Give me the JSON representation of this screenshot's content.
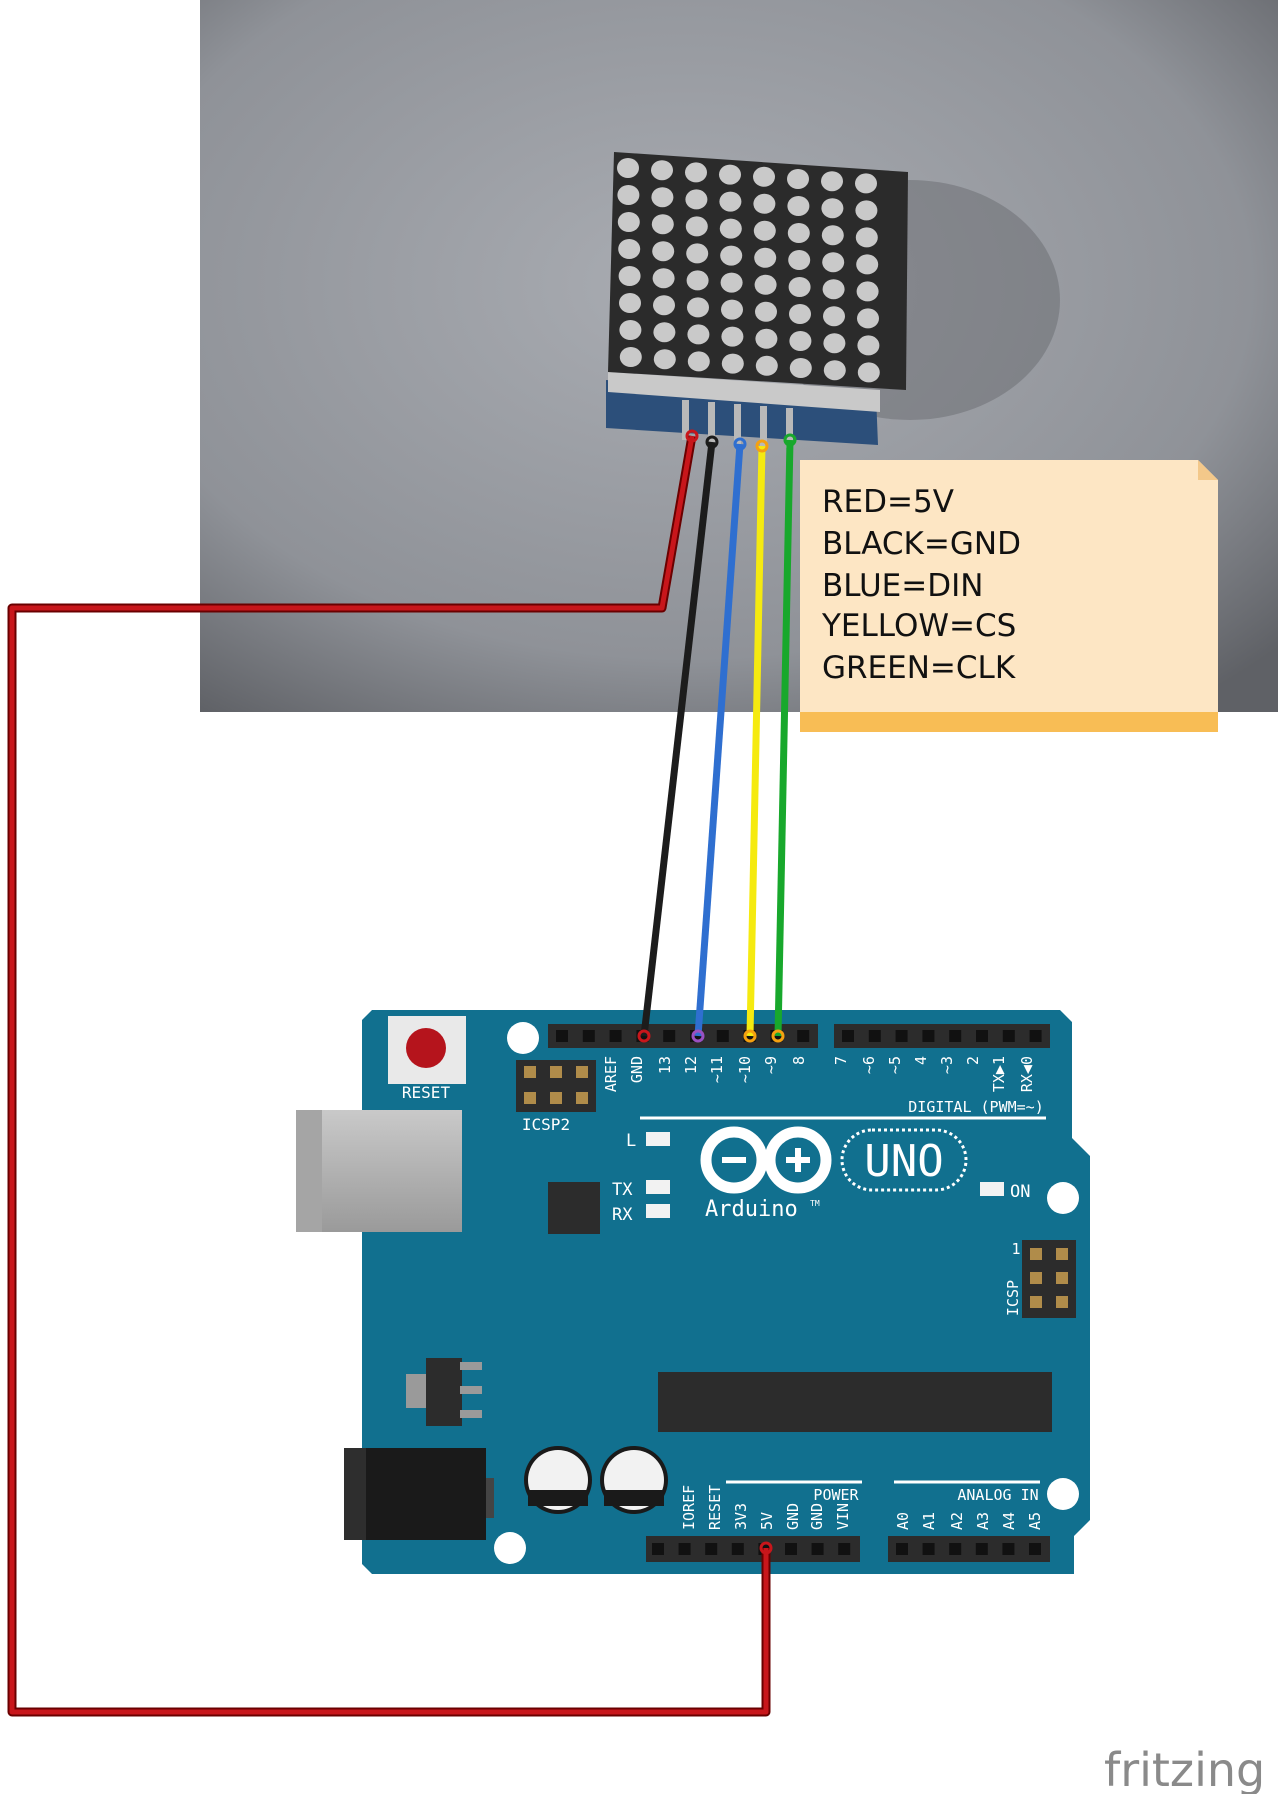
{
  "note": {
    "lines": [
      "RED=5V",
      "BLACK=GND",
      "BLUE=DIN",
      "YELLOW=CS",
      "GREEN=CLK"
    ]
  },
  "board": {
    "reset_label": "RESET",
    "icsp2_label": "ICSP2",
    "icsp_label": "ICSP",
    "icsp_pin1": "1",
    "digital_label": "DIGITAL (PWM=~)",
    "brand": "Arduino",
    "tm": "TM",
    "model": "UNO",
    "led_l": "L",
    "led_tx": "TX",
    "led_rx": "RX",
    "led_on": "ON",
    "power_label": "POWER",
    "analog_label": "ANALOG IN",
    "digital_pins": [
      "AREF",
      "GND",
      "13",
      "12",
      "~11",
      "~10",
      "~9",
      "8",
      "7",
      "~6",
      "~5",
      "4",
      "~3",
      "2",
      "TX▶1",
      "RX◀0"
    ],
    "power_pins": [
      "IOREF",
      "RESET",
      "3V3",
      "5V",
      "GND",
      "GND",
      "VIN"
    ],
    "analog_pins": [
      "A0",
      "A1",
      "A2",
      "A3",
      "A4",
      "A5"
    ]
  },
  "colors": {
    "board": "#11708f",
    "wire_red": "#c8161b",
    "wire_black": "#1c1c1c",
    "wire_blue": "#2f6fd0",
    "wire_yellow": "#f5ea10",
    "wire_green": "#18a82c",
    "note_bg": "#fde6c4",
    "note_bar": "#f8bd55"
  },
  "watermark": "fritzing"
}
